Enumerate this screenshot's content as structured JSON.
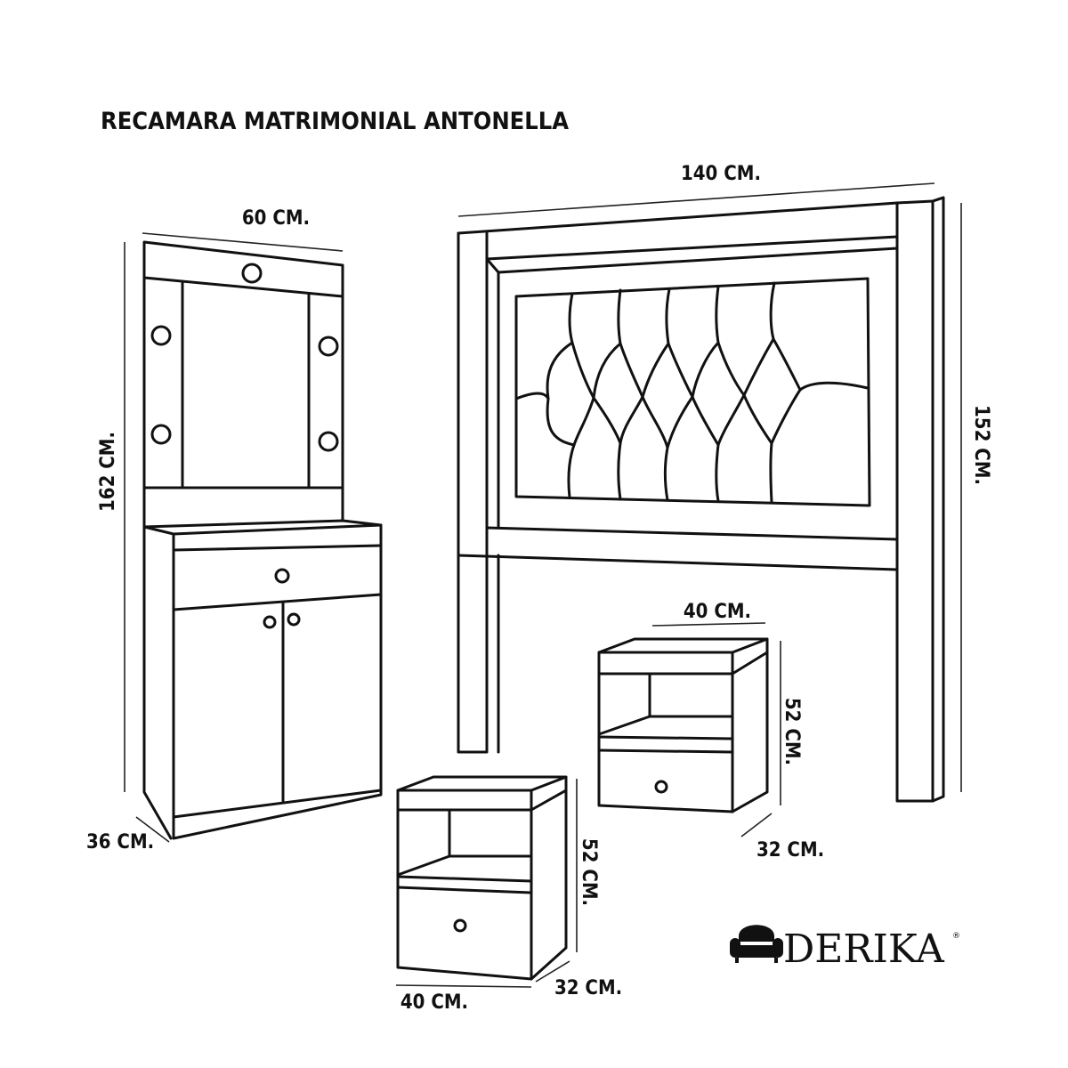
{
  "title": "RECAMARA MATRIMONIAL ANTONELLA",
  "vanity": {
    "width": "60 CM.",
    "height": "162 CM.",
    "depth": "36 CM."
  },
  "headboard": {
    "width": "140 CM.",
    "height": "152 CM."
  },
  "nightstand_right": {
    "width": "40 CM.",
    "height": "52 CM.",
    "depth": "32 CM."
  },
  "nightstand_front": {
    "width": "40 CM.",
    "height": "52 CM.",
    "depth": "32 CM."
  },
  "brand": {
    "name": "DERIKA",
    "mark": "®",
    "icon": "armchair-icon"
  }
}
